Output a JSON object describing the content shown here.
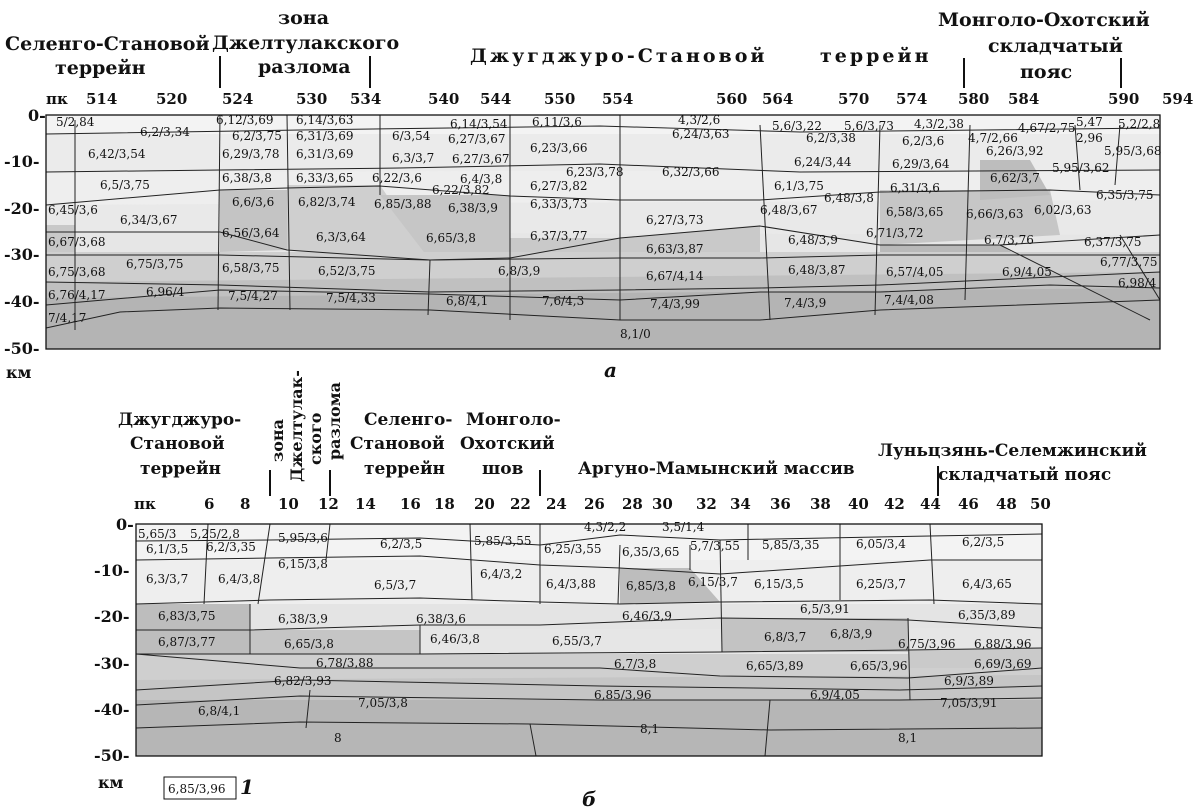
{
  "panel_a": {
    "caption": "а",
    "unit": "км",
    "pk_label": "пк",
    "headers": [
      {
        "text": "Селенго-Становой",
        "name": "header-selengo-stanovoy-a-line1"
      },
      {
        "text": "террейн",
        "name": "header-selengo-stanovoy-a-line2"
      },
      {
        "text": "зона",
        "name": "header-dzheltulak-a-line1"
      },
      {
        "text": "Джелтулакского",
        "name": "header-dzheltulak-a-line2"
      },
      {
        "text": "разлома",
        "name": "header-dzheltulak-a-line3"
      },
      {
        "text": "Джугджуро-Становой",
        "name": "header-dzhugdzhur-a"
      },
      {
        "text": "террейн",
        "name": "header-dzhugdzhur-a-terrain"
      },
      {
        "text": "Монголо-Охотский",
        "name": "header-mongol-okhotsk-a-line1"
      },
      {
        "text": "складчатый",
        "name": "header-mongol-okhotsk-a-line2"
      },
      {
        "text": "пояс",
        "name": "header-mongol-okhotsk-a-line3"
      }
    ],
    "pk_ticks": [
      "514",
      "520",
      "524",
      "530",
      "534",
      "540",
      "544",
      "550",
      "554",
      "560",
      "564",
      "570",
      "574",
      "580",
      "584",
      "590",
      "594"
    ],
    "depth_ticks": [
      "0-",
      "-10-",
      "-20-",
      "-30-",
      "-40-",
      "-50-"
    ],
    "cells": [
      "5/2,84",
      "6,2/3,34",
      "6,42/3,54",
      "6,5/3,75",
      "6,45/3,6",
      "6,34/3,67",
      "6,67/3,68",
      "6,75/3,68",
      "6,75/3,75",
      "6,76/4,17",
      "6,96/4",
      "7/4,17",
      "6,12/3,69",
      "6,2/3,75",
      "6,29/3,78",
      "6,38/3,8",
      "6,6/3,6",
      "6,56/3,64",
      "6,58/3,75",
      "7,5/4,27",
      "6,14/3,63",
      "6,31/3,69",
      "6,31/3,69",
      "6,33/3,65",
      "6,82/3,74",
      "6,3/3,64",
      "6,52/3,75",
      "7,5/4,33",
      "6/3,54",
      "6,3/3,7",
      "6,22/3,6",
      "6,85/3,88",
      "6,14/3,54",
      "6,27/3,67",
      "6,27/3,67",
      "6,4/3,8",
      "6,22/3,82",
      "6,38/3,9",
      "6,65/3,8",
      "6,8/3,9",
      "6,8/4,1",
      "6,11/3,6",
      "6,23/3,66",
      "6,23/3,78",
      "6,27/3,82",
      "6,33/3,73",
      "6,37/3,77",
      "7,6/4,3",
      "4,3/2,6",
      "6,24/3,63",
      "6,32/3,66",
      "6,27/3,73",
      "6,63/3,87",
      "6,67/4,14",
      "7,4/3,99",
      "5,6/3,22",
      "5,6/3,73",
      "6,2/3,38",
      "6,24/3,44",
      "6,1/3,75",
      "6,48/3,8",
      "6,48/3,67",
      "6,48/3,9",
      "6,48/3,87",
      "7,4/3,9",
      "4,3/2,38",
      "6,2/3,6",
      "6,29/3,64",
      "6,31/3,6",
      "6,58/3,65",
      "6,71/3,72",
      "6,57/4,05",
      "7,4/4,08",
      "4,7/2,66",
      "4,67/2,75",
      "6,26/3,92",
      "6,62/3,7",
      "6,66/3,63",
      "6,7/3,76",
      "6,9/4,05",
      "5,47",
      "2,96",
      "5,2/2,8",
      "5,95/3,68",
      "5,95/3,62",
      "6,35/3,75",
      "6,02/3,63",
      "6,37/3,75",
      "6,77/3,75",
      "6,98/4",
      "8,1/0"
    ]
  },
  "panel_b": {
    "caption": "б",
    "unit": "км",
    "pk_label": "пк",
    "legend_box": "6,85/3,96",
    "legend_num": "1",
    "headers": [
      {
        "text": "Джугджуро-",
        "name": "header-dzhugdzhur-b-line1"
      },
      {
        "text": "Становой",
        "name": "header-dzhugdzhur-b-line2"
      },
      {
        "text": "террейн",
        "name": "header-dzhugdzhur-b-line3"
      },
      {
        "text": "зона",
        "name": "header-dzheltulak-b-line1"
      },
      {
        "text": "Джелтулак-",
        "name": "header-dzheltulak-b-line2"
      },
      {
        "text": "ского",
        "name": "header-dzheltulak-b-line3"
      },
      {
        "text": "разлома",
        "name": "header-dzheltulak-b-line4"
      },
      {
        "text": "Селенго-",
        "name": "header-selengo-b-line1"
      },
      {
        "text": "Становой",
        "name": "header-selengo-b-line2"
      },
      {
        "text": "террейн",
        "name": "header-selengo-b-line3"
      },
      {
        "text": "Монголо-",
        "name": "header-mongol-b-line1"
      },
      {
        "text": "Охотский",
        "name": "header-mongol-b-line2"
      },
      {
        "text": "шов",
        "name": "header-mongol-b-line3"
      },
      {
        "text": "Аргуно-Мамынский массив",
        "name": "header-argun-mamyn"
      },
      {
        "text": "Луньцзянь-Селемжинский",
        "name": "header-lunczyan-line1"
      },
      {
        "text": "складчатый пояс",
        "name": "header-lunczyan-line2"
      }
    ],
    "pk_ticks": [
      "6",
      "8",
      "10",
      "12",
      "14",
      "16",
      "18",
      "20",
      "22",
      "24",
      "26",
      "28",
      "30",
      "32",
      "34",
      "36",
      "38",
      "40",
      "42",
      "44",
      "46",
      "48",
      "50"
    ],
    "depth_ticks": [
      "0-",
      "-10-",
      "-20-",
      "-30-",
      "-40-",
      "-50-"
    ],
    "cells": [
      "5,65/3",
      "5,25/2,8",
      "6,1/3,5",
      "6,2/3,35",
      "6,3/3,7",
      "6,4/3,8",
      "5,95/3,6",
      "6,15/3,8",
      "6,2/3,5",
      "6,5/3,7",
      "5,85/3,55",
      "6,4/3,2",
      "6,25/3,55",
      "4,3/2,2",
      "3,5/1,4",
      "6,35/3,65",
      "5,7/3,55",
      "5,85/3,35",
      "6,05/3,4",
      "6,2/3,5",
      "6,4/3,88",
      "6,85/3,8",
      "6,15/3,7",
      "6,15/3,5",
      "6,25/3,7",
      "6,4/3,65",
      "6,83/3,75",
      "6,38/3,9",
      "6,38/3,6",
      "6,46/3,9",
      "6,5/3,91",
      "6,35/3,89",
      "6,87/3,77",
      "6,65/3,8",
      "6,46/3,8",
      "6,55/3,7",
      "6,8/3,7",
      "6,8/3,9",
      "6,75/3,96",
      "6,88/3,96",
      "6,78/3,88",
      "6,7/3,8",
      "6,65/3,89",
      "6,65/3,96",
      "6,69/3,69",
      "6,82/3,93",
      "6,9/3,89",
      "6,8/4,1",
      "7,05/3,8",
      "6,85/3,96",
      "6,9/4,05",
      "7,05/3,91",
      "8",
      "8,1",
      "8,1"
    ]
  }
}
